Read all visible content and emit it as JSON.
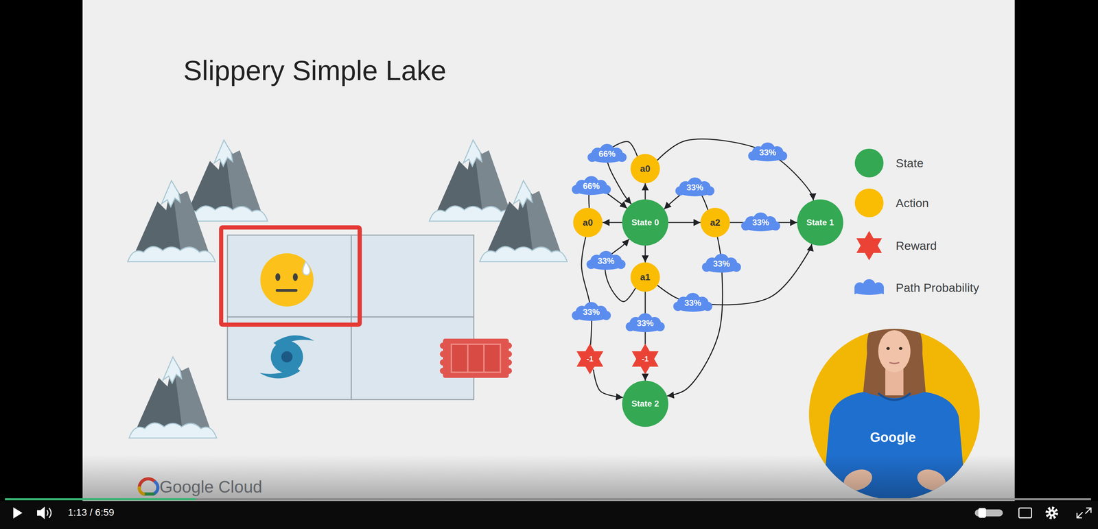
{
  "diagram": {
    "title": "Slippery Simple Lake",
    "nodes": [
      {
        "text": [
          "a0"
        ]
      },
      {
        "text": [
          "a0"
        ]
      },
      {
        "text": [
          "State 0"
        ]
      },
      {
        "text": [
          "a2"
        ]
      },
      {
        "text": [
          "State 1"
        ]
      },
      {
        "text": [
          "a1"
        ]
      },
      {
        "text": [
          "-1"
        ]
      },
      {
        "text": [
          "-1"
        ]
      },
      {
        "text": [
          "State 2"
        ]
      }
    ],
    "edges": [
      {
        "from": 2,
        "to": 0,
        "arrow": "to"
      },
      {
        "from": 0,
        "to": 2,
        "label": "66%",
        "arrow": "to"
      },
      {
        "from": 0,
        "to": 4,
        "label": "33%",
        "arrow": "to"
      },
      {
        "from": 2,
        "to": 1,
        "arrow": "to"
      },
      {
        "from": 1,
        "to": 2,
        "label": "66%",
        "arrow": "to"
      },
      {
        "from": 2,
        "to": 3,
        "arrow": "to"
      },
      {
        "from": 3,
        "to": 2,
        "label": "33%",
        "arrow": "to"
      },
      {
        "from": 3,
        "to": 4,
        "label": "33%",
        "arrow": "to"
      },
      {
        "from": 2,
        "to": 5,
        "arrow": "to"
      },
      {
        "from": 5,
        "to": 2,
        "label": "33%",
        "arrow": "to"
      },
      {
        "from": 5,
        "to": 4,
        "label": "33%",
        "arrow": "to"
      },
      {
        "from": 3,
        "to": 8,
        "label": "33%",
        "arrow": "to"
      },
      {
        "from": 1,
        "to": 6,
        "label": "33%",
        "arrow": "none"
      },
      {
        "from": 5,
        "to": 7,
        "label": "33%",
        "arrow": "none"
      },
      {
        "from": 6,
        "to": 8,
        "arrow": "to"
      },
      {
        "from": 7,
        "to": 8,
        "arrow": "to"
      }
    ],
    "labels": [
      "Google Cloud",
      "Google",
      "1:13 / 6:59"
    ],
    "legend": [
      {
        "text": "State",
        "color": "#34a853"
      },
      {
        "text": "Action",
        "color": "#fbbc04"
      },
      {
        "text": "Reward",
        "color": "#ea4335"
      },
      {
        "text": "Path Probability",
        "color": "#5b8def"
      }
    ]
  }
}
